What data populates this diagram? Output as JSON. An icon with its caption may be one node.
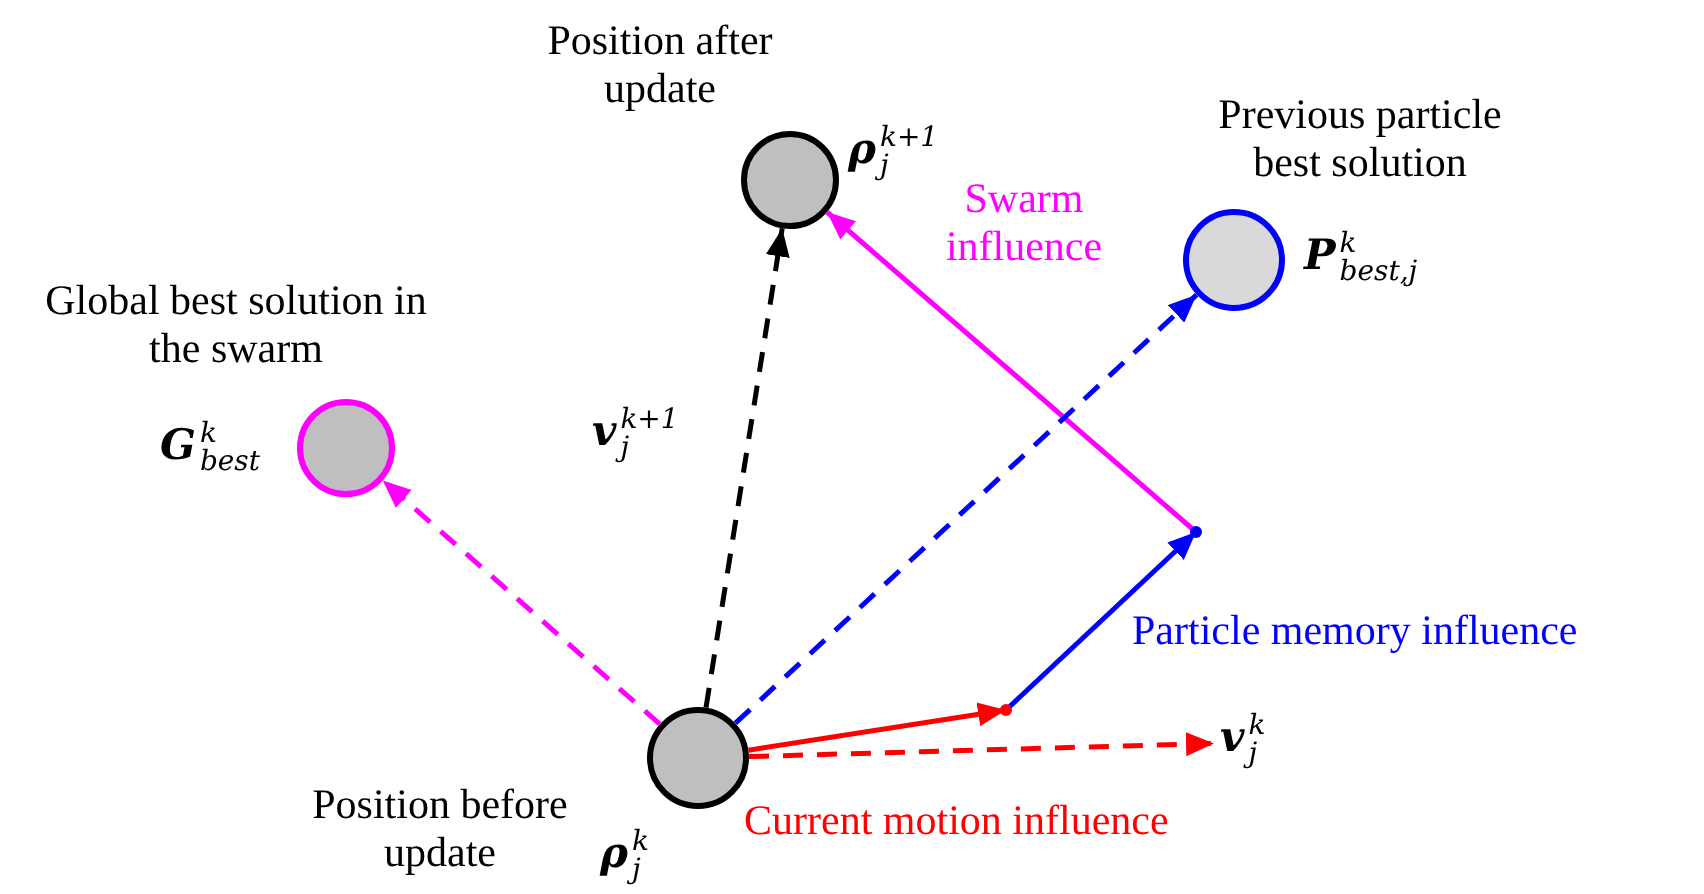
{
  "diagram": {
    "nodes": [
      {
        "text": [
          "Position after update",
          "**ρ**$^{k+1}$$_{j}$"
        ]
      },
      {
        "text": [
          "Previous particle best solution",
          "**P**$^{k}$$_{best,j}$"
        ]
      },
      {
        "text": [
          "Global best solution in the swarm",
          "**G**$^{k}$$_{best}$"
        ]
      },
      {
        "text": [],
        "shape": "point"
      },
      {
        "text": [],
        "shape": "point"
      },
      {
        "text": [
          "**v**$^{k}$$_{j}$"
        ]
      },
      {
        "text": [
          "Position before update",
          "**ρ**$^{k}$$_{j}$"
        ]
      }
    ],
    "edges": [
      {
        "from": 6,
        "to": 4,
        "arrow": "to",
        "label": "Current motion influence",
        "color": "#ff0000"
      },
      {
        "from": 4,
        "to": 3,
        "arrow": "to",
        "label": "Particle memory influence",
        "color": "#0000ff"
      },
      {
        "from": 3,
        "to": 0,
        "arrow": "to",
        "label": "Swarm influence",
        "color": "#ff00ff"
      },
      {
        "from": 6,
        "to": 0,
        "arrow": "to",
        "label": "**v**$^{k+1}$$_{j}$",
        "style": "dashed",
        "color": "#000000"
      },
      {
        "from": 6,
        "to": 1,
        "arrow": "to",
        "style": "dashed",
        "color": "#0000ff"
      },
      {
        "from": 6,
        "to": 2,
        "arrow": "to",
        "style": "dashed",
        "color": "#ff00ff"
      },
      {
        "from": 6,
        "to": 5,
        "arrow": "to",
        "style": "dashed",
        "color": "#ff0000"
      }
    ]
  }
}
